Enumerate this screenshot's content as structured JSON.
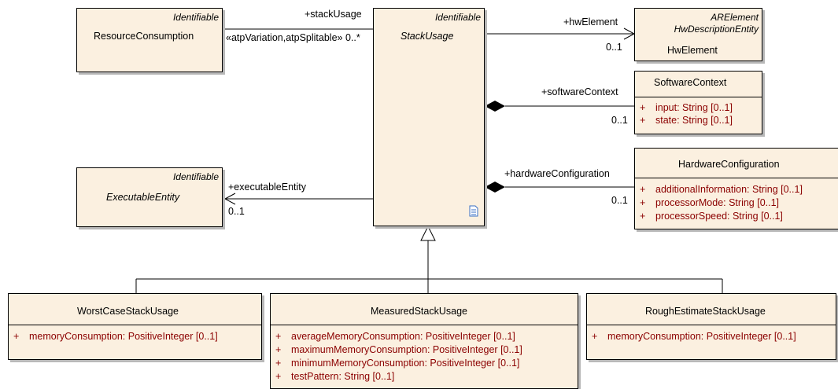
{
  "classes": {
    "resource_consumption": {
      "stereotype": "Identifiable",
      "name": "ResourceConsumption"
    },
    "stack_usage": {
      "stereotype": "Identifiable",
      "name": "StackUsage"
    },
    "hw_element": {
      "stereotype_1": "ARElement",
      "stereotype_2": "HwDescriptionEntity",
      "name": "HwElement"
    },
    "software_context": {
      "name": "SoftwareContext",
      "attributes": [
        {
          "vis": "+",
          "text": "input: String [0..1]"
        },
        {
          "vis": "+",
          "text": "state: String [0..1]"
        }
      ]
    },
    "executable_entity": {
      "stereotype": "Identifiable",
      "name": "ExecutableEntity"
    },
    "hardware_configuration": {
      "name": "HardwareConfiguration",
      "attributes": [
        {
          "vis": "+",
          "text": "additionalInformation: String [0..1]"
        },
        {
          "vis": "+",
          "text": "processorMode: String [0..1]"
        },
        {
          "vis": "+",
          "text": "processorSpeed: String [0..1]"
        }
      ]
    },
    "worst_case": {
      "name": "WorstCaseStackUsage",
      "attributes": [
        {
          "vis": "+",
          "text": "memoryConsumption: PositiveInteger [0..1]"
        }
      ]
    },
    "measured": {
      "name": "MeasuredStackUsage",
      "attributes": [
        {
          "vis": "+",
          "text": "averageMemoryConsumption: PositiveInteger [0..1]"
        },
        {
          "vis": "+",
          "text": "maximumMemoryConsumption: PositiveInteger [0..1]"
        },
        {
          "vis": "+",
          "text": "minimumMemoryConsumption: PositiveInteger [0..1]"
        },
        {
          "vis": "+",
          "text": "testPattern: String [0..1]"
        }
      ]
    },
    "rough_estimate": {
      "name": "RoughEstimateStackUsage",
      "attributes": [
        {
          "vis": "+",
          "text": "memoryConsumption: PositiveInteger [0..1]"
        }
      ]
    }
  },
  "associations": {
    "stack_usage": {
      "role": "+stackUsage",
      "stereotype": "«atpVariation,atpSplitable»",
      "multiplicity": "0..*"
    },
    "hw_element": {
      "role": "+hwElement",
      "multiplicity": "0..1"
    },
    "software_context": {
      "role": "+softwareContext",
      "multiplicity": "0..1"
    },
    "executable_entity": {
      "role": "+executableEntity",
      "multiplicity": "0..1"
    },
    "hardware_configuration": {
      "role": "+hardwareConfiguration",
      "multiplicity": "0..1"
    }
  },
  "note_icon": "note-document-icon"
}
